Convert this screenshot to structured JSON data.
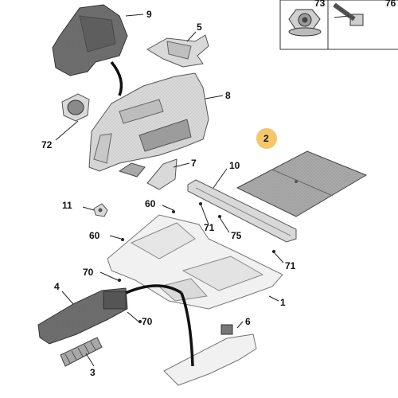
{
  "callouts": {
    "c1": "1",
    "c2": "2",
    "c3": "3",
    "c4": "4",
    "c5": "5",
    "c6": "6",
    "c7": "7",
    "c8": "8",
    "c9": "9",
    "c10": "10",
    "c11": "11",
    "c60a": "60",
    "c60b": "60",
    "c70a": "70",
    "c70b": "70",
    "c71a": "71",
    "c71b": "71",
    "c72": "72",
    "c73": "73",
    "c75": "75",
    "c76": "76"
  },
  "colors": {
    "highlight_callout": "#f5c66a",
    "part_dark": "#6e6e6e",
    "part_light": "#d9d9d9"
  }
}
